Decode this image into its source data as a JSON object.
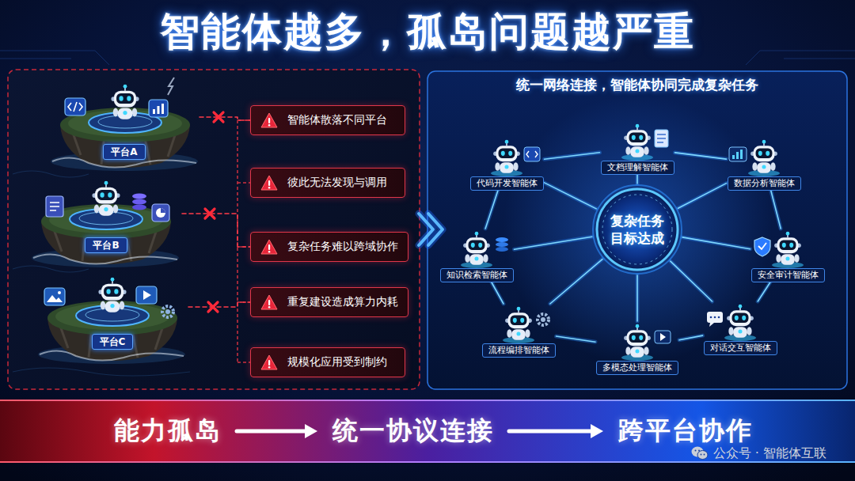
{
  "diagram": {
    "title": "智能体越多，孤岛问题越严重",
    "nodes": [
      {
        "text": [
          "平台A"
        ]
      },
      {
        "text": [
          "平台B"
        ]
      },
      {
        "text": [
          "平台C"
        ]
      },
      {
        "text": [
          "智能体散落不同平台"
        ]
      },
      {
        "text": [
          "彼此无法发现与调用"
        ]
      },
      {
        "text": [
          "复杂任务难以跨域协作"
        ]
      },
      {
        "text": [
          "重复建设造成算力内耗"
        ]
      },
      {
        "text": [
          "规模化应用受到制约"
        ]
      },
      {
        "text": [
          "统一网络连接，智能体协同完成复杂任务"
        ]
      },
      {
        "text": [
          "文档理解智能体"
        ],
        "in": 8
      },
      {
        "text": [
          "代码开发智能体"
        ],
        "in": 8
      },
      {
        "text": [
          "数据分析智能体"
        ],
        "in": 8
      },
      {
        "text": [
          "复杂任务 目标达成"
        ],
        "in": 8
      },
      {
        "text": [
          "知识检索智能体"
        ],
        "in": 8
      },
      {
        "text": [
          "安全审计智能体"
        ],
        "in": 8
      },
      {
        "text": [
          "流程编排智能体"
        ],
        "in": 8
      },
      {
        "text": [
          "对话交互智能体"
        ],
        "in": 8
      },
      {
        "text": [
          "多模态处理智能体"
        ],
        "in": 8
      },
      {
        "text": [
          "能力孤岛"
        ]
      },
      {
        "text": [
          "统一协议连接"
        ]
      },
      {
        "text": [
          "跨平台协作"
        ]
      }
    ],
    "edges": [
      {
        "from": 0,
        "to": 3,
        "arrow": "none"
      },
      {
        "from": 1,
        "to": 5,
        "arrow": "none"
      },
      {
        "from": 2,
        "to": 6,
        "arrow": "none"
      },
      {
        "from": 12,
        "to": 9,
        "arrow": "none"
      },
      {
        "from": 12,
        "to": 10,
        "arrow": "none"
      },
      {
        "from": 12,
        "to": 11,
        "arrow": "none"
      },
      {
        "from": 12,
        "to": 13,
        "arrow": "none"
      },
      {
        "from": 12,
        "to": 14,
        "arrow": "none"
      },
      {
        "from": 12,
        "to": 15,
        "arrow": "none"
      },
      {
        "from": 12,
        "to": 16,
        "arrow": "none"
      },
      {
        "from": 12,
        "to": 17,
        "arrow": "none"
      },
      {
        "from": 9,
        "to": 11,
        "arrow": "none"
      },
      {
        "from": 11,
        "to": 14,
        "arrow": "none"
      },
      {
        "from": 14,
        "to": 16,
        "arrow": "none"
      },
      {
        "from": 16,
        "to": 17,
        "arrow": "none"
      },
      {
        "from": 17,
        "to": 15,
        "arrow": "none"
      },
      {
        "from": 15,
        "to": 13,
        "arrow": "none"
      },
      {
        "from": 13,
        "to": 10,
        "arrow": "none"
      },
      {
        "from": 10,
        "to": 9,
        "arrow": "none"
      },
      {
        "from": 18,
        "to": 19,
        "arrow": "to"
      },
      {
        "from": 19,
        "to": 20,
        "arrow": "to"
      }
    ],
    "labels": [
      "公众号 · 智能体互联"
    ]
  }
}
